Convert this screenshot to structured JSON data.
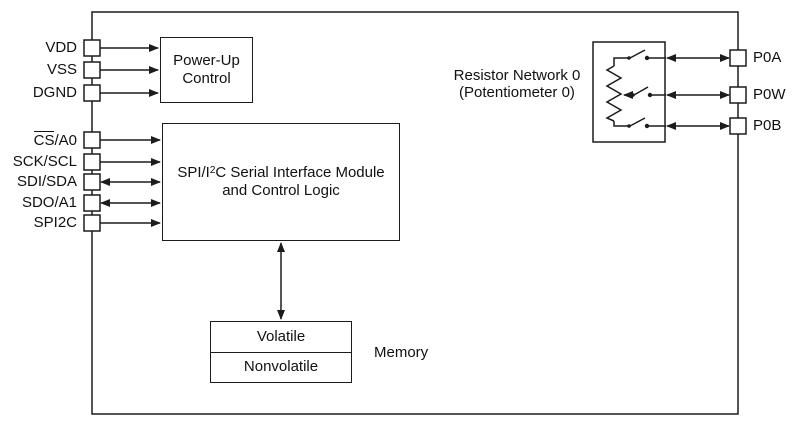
{
  "diagram": {
    "left_pins": [
      {
        "label": "VDD"
      },
      {
        "label": "VSS"
      },
      {
        "label": "DGND"
      },
      {
        "overline": "CS",
        "label": "/A0"
      },
      {
        "label": "SCK/SCL"
      },
      {
        "label": "SDI/SDA"
      },
      {
        "label": "SDO/A1"
      },
      {
        "label": "SPI2C"
      }
    ],
    "right_pins": [
      {
        "label": "P0A"
      },
      {
        "label": "P0W"
      },
      {
        "label": "P0B"
      }
    ],
    "blocks": {
      "power_up": {
        "line1": "Power-Up",
        "line2": "Control"
      },
      "serial_interface": {
        "line1_pre": "SPI/I",
        "line1_sup": "2",
        "line1_post": "C Serial Interface Module",
        "line2": "and Control Logic"
      },
      "memory": {
        "cells": [
          "Volatile",
          "Nonvolatile"
        ],
        "label": "Memory"
      },
      "resistor_network": {
        "line1": "Resistor Network 0",
        "line2": "(Potentiometer 0)"
      }
    },
    "colors": {
      "line": "#1c1c1c",
      "text": "#111111",
      "background": "#ffffff"
    }
  }
}
